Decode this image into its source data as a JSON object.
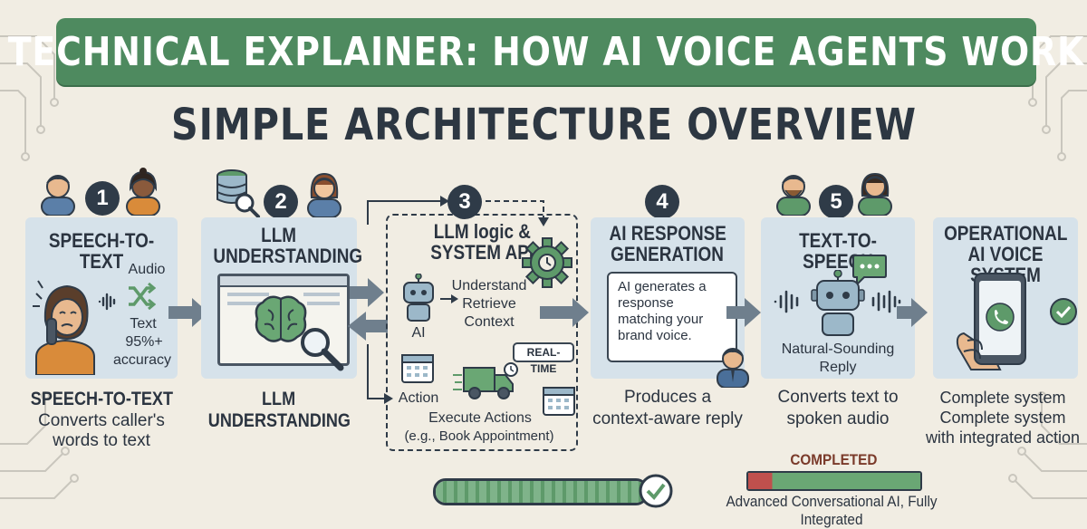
{
  "banner_title": "TECHNICAL EXPLAINER: HOW AI VOICE AGENTS WORK",
  "subtitle": "SIMPLE ARCHITECTURE OVERVIEW",
  "steps": [
    {
      "number": "1",
      "title": "SPEECH-TO-TEXT",
      "label_audio": "Audio",
      "label_text": "Text",
      "label_accuracy": "95%+",
      "label_accuracy2": "accuracy",
      "desc_title": "SPEECH-TO-TEXT",
      "desc_line1": "Converts caller's",
      "desc_line2": "words to text"
    },
    {
      "number": "2",
      "title_line1": "LLM",
      "title_line2": "UNDERSTANDING",
      "desc_line1": "LLM",
      "desc_line2": "UNDERSTANDING"
    },
    {
      "number": "3",
      "title_line1": "LLM logic &",
      "title_line2": "SYSTEM API",
      "label_understand": "Understand",
      "label_retrieve": "Retrieve",
      "label_context": "Context",
      "label_ai": "AI",
      "label_realtime": "REAL-TIME",
      "label_action": "Action",
      "label_execute": "Execute Actions",
      "label_example": "(e.g., Book Appointment)"
    },
    {
      "number": "4",
      "title_line1": "AI RESPONSE",
      "title_line2": "GENERATION",
      "bubble_line1": "AI generates a",
      "bubble_line2": "response",
      "bubble_line3": "matching your",
      "bubble_line4": "brand voice.",
      "desc_line1": "Produces a",
      "desc_line2": "context-aware reply"
    },
    {
      "number": "5",
      "title": "TEXT-TO-SPEECH",
      "label_line1": "Natural-Sounding",
      "label_line2": "Reply",
      "desc_line1": "Converts text to",
      "desc_line2": "spoken audio"
    },
    {
      "title_line1": "OPERATIONAL",
      "title_line2": "AI VOICE SYSTEM",
      "desc_line1": "Complete system",
      "desc_line2": "Complete system",
      "desc_line3": "with integrated action"
    }
  ],
  "progress": {
    "completed_label": "COMPLETED",
    "footer_text": "Advanced Conversational AI, Fully Integrated",
    "bar1_fraction": 1.0,
    "bar2_fraction": 1.0
  },
  "colors": {
    "banner": "#4e8a5f",
    "panel": "#d6e2ea",
    "dark": "#2f3b48",
    "green": "#5e9a6a",
    "red": "#c0504d",
    "bg": "#f1ede3"
  }
}
